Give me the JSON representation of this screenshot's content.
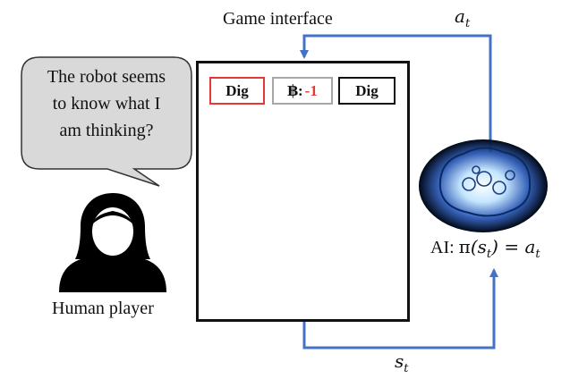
{
  "labels": {
    "game_interface": "Game interface",
    "human_player": "Human player",
    "action": {
      "symbol": "a",
      "subscript": "t"
    },
    "state": {
      "symbol": "s",
      "subscript": "t"
    }
  },
  "speech_bubble": {
    "lines": [
      "The robot seems",
      "to know what I",
      "am thinking?"
    ]
  },
  "game": {
    "left_button": "Dig",
    "right_button": "Dig",
    "coin_symbol": "฿",
    "coin_separator": ":",
    "coin_value": "-1"
  },
  "ai_formula": {
    "prefix": "AI:",
    "func": "π",
    "arg_symbol": "s",
    "arg_subscript": "t",
    "equals": "=",
    "result_symbol": "a",
    "result_subscript": "t"
  },
  "colors": {
    "arrow": "#4472c4",
    "left_button_border": "#e53935",
    "coin_value": "#e53935",
    "bubble_fill": "#d9d9d9"
  },
  "icons": [
    "pickaxe-icon",
    "money-bag-icon",
    "person-icon",
    "brain-icon",
    "dig-hole-icon"
  ]
}
